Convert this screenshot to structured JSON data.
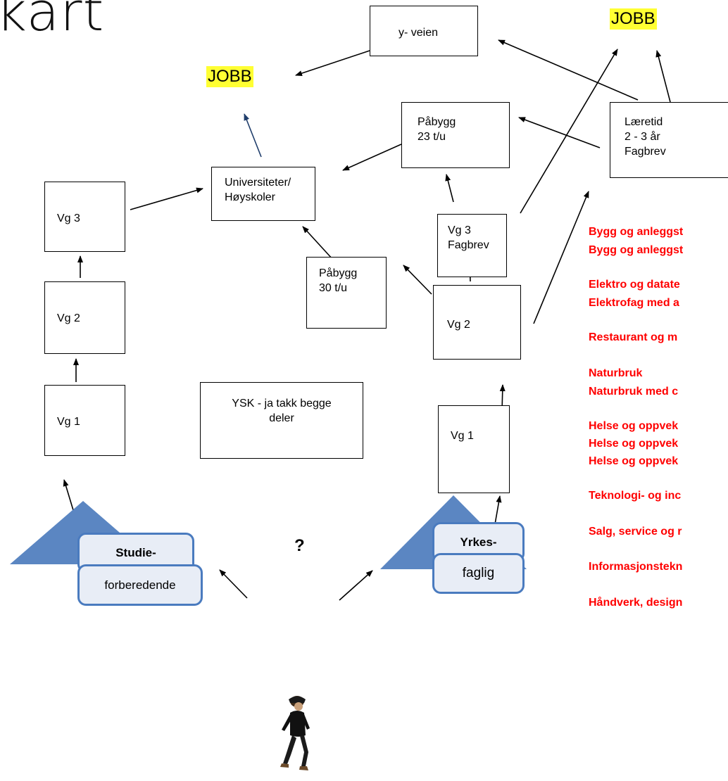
{
  "title": "kart",
  "job_label": "JOBB",
  "question": "?",
  "boxes": {
    "yveien": "y- veien",
    "uni": "Universiteter/\nHøyskoler",
    "paabygg23": "Påbygg\n23 t/u",
    "laeretid": "Læretid\n2 - 3 år\nFagbrev",
    "s_vg3": "Vg 3",
    "s_vg2": "Vg 2",
    "s_vg1": "Vg 1",
    "y_vg3": "Vg 3\nFagbrev",
    "paabygg30": "Påbygg\n30 t/u",
    "y_vg2": "Vg 2",
    "y_vg1": "Vg 1",
    "ysk": "YSK - ja takk begge\ndeler"
  },
  "tracks": {
    "study_top": "Studie-",
    "study_bottom": "forberedende",
    "vocational_top": "Yrkes-",
    "vocational_bottom": "faglig"
  },
  "programs": [
    "Bygg og anleggst",
    "Bygg og anleggst",
    "Elektro og datate",
    "Elektrofag med a",
    "Restaurant og m",
    "Naturbruk",
    "Naturbruk med c",
    "Helse og oppvek",
    "Helse og oppvek",
    "Helse og oppvek",
    "Teknologi- og inc",
    "Salg, service og r",
    "Informasjonstekn",
    "Håndverk, design"
  ],
  "colors": {
    "highlight": "#ffff33",
    "program_text": "#ff0000",
    "triangle": "#5b86c2",
    "tag_border": "#4a7bbf",
    "tag_fill": "#e8edf6"
  },
  "icons": {
    "person": "person-walking-icon"
  }
}
